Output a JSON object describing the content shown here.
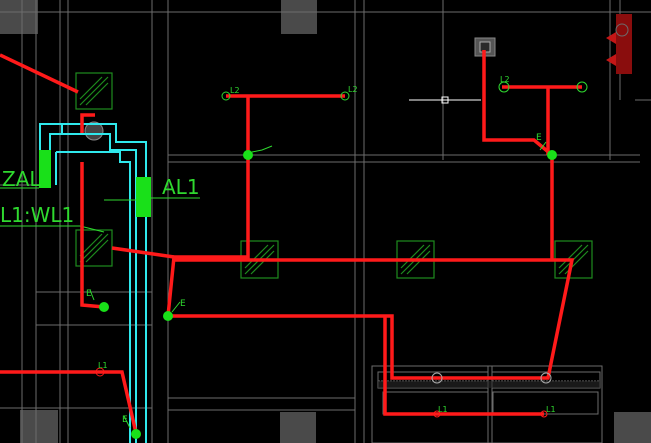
{
  "app": {
    "type": "cad-drawing-viewport"
  },
  "labels": {
    "panel_left": "ZAL",
    "panel_al1": "AL1",
    "circuit_wl1": "L1:WL1",
    "tag_l2_a": "L2",
    "tag_l2_b": "L2",
    "tag_l2_c": "L2",
    "tag_l1_a": "L1",
    "tag_l1_b": "L1",
    "tag_l1_c": "L1",
    "tag_e_a": "E",
    "tag_e_b": "E",
    "tag_e_c": "E",
    "tag_e_d": "E"
  },
  "colors": {
    "background": "#000000",
    "wiring": "#ff1a1a",
    "fixture": "#1e8c1e",
    "conduit": "#2fe8ec",
    "panel": "#19e019",
    "wall": "#6c6c6c",
    "column": "#4a4a4a",
    "crosshair": "#ffffff",
    "annotation": "#2fd92f"
  },
  "icons": {
    "cursor": "crosshair-cursor-icon",
    "north": "north-arrow-icon"
  }
}
